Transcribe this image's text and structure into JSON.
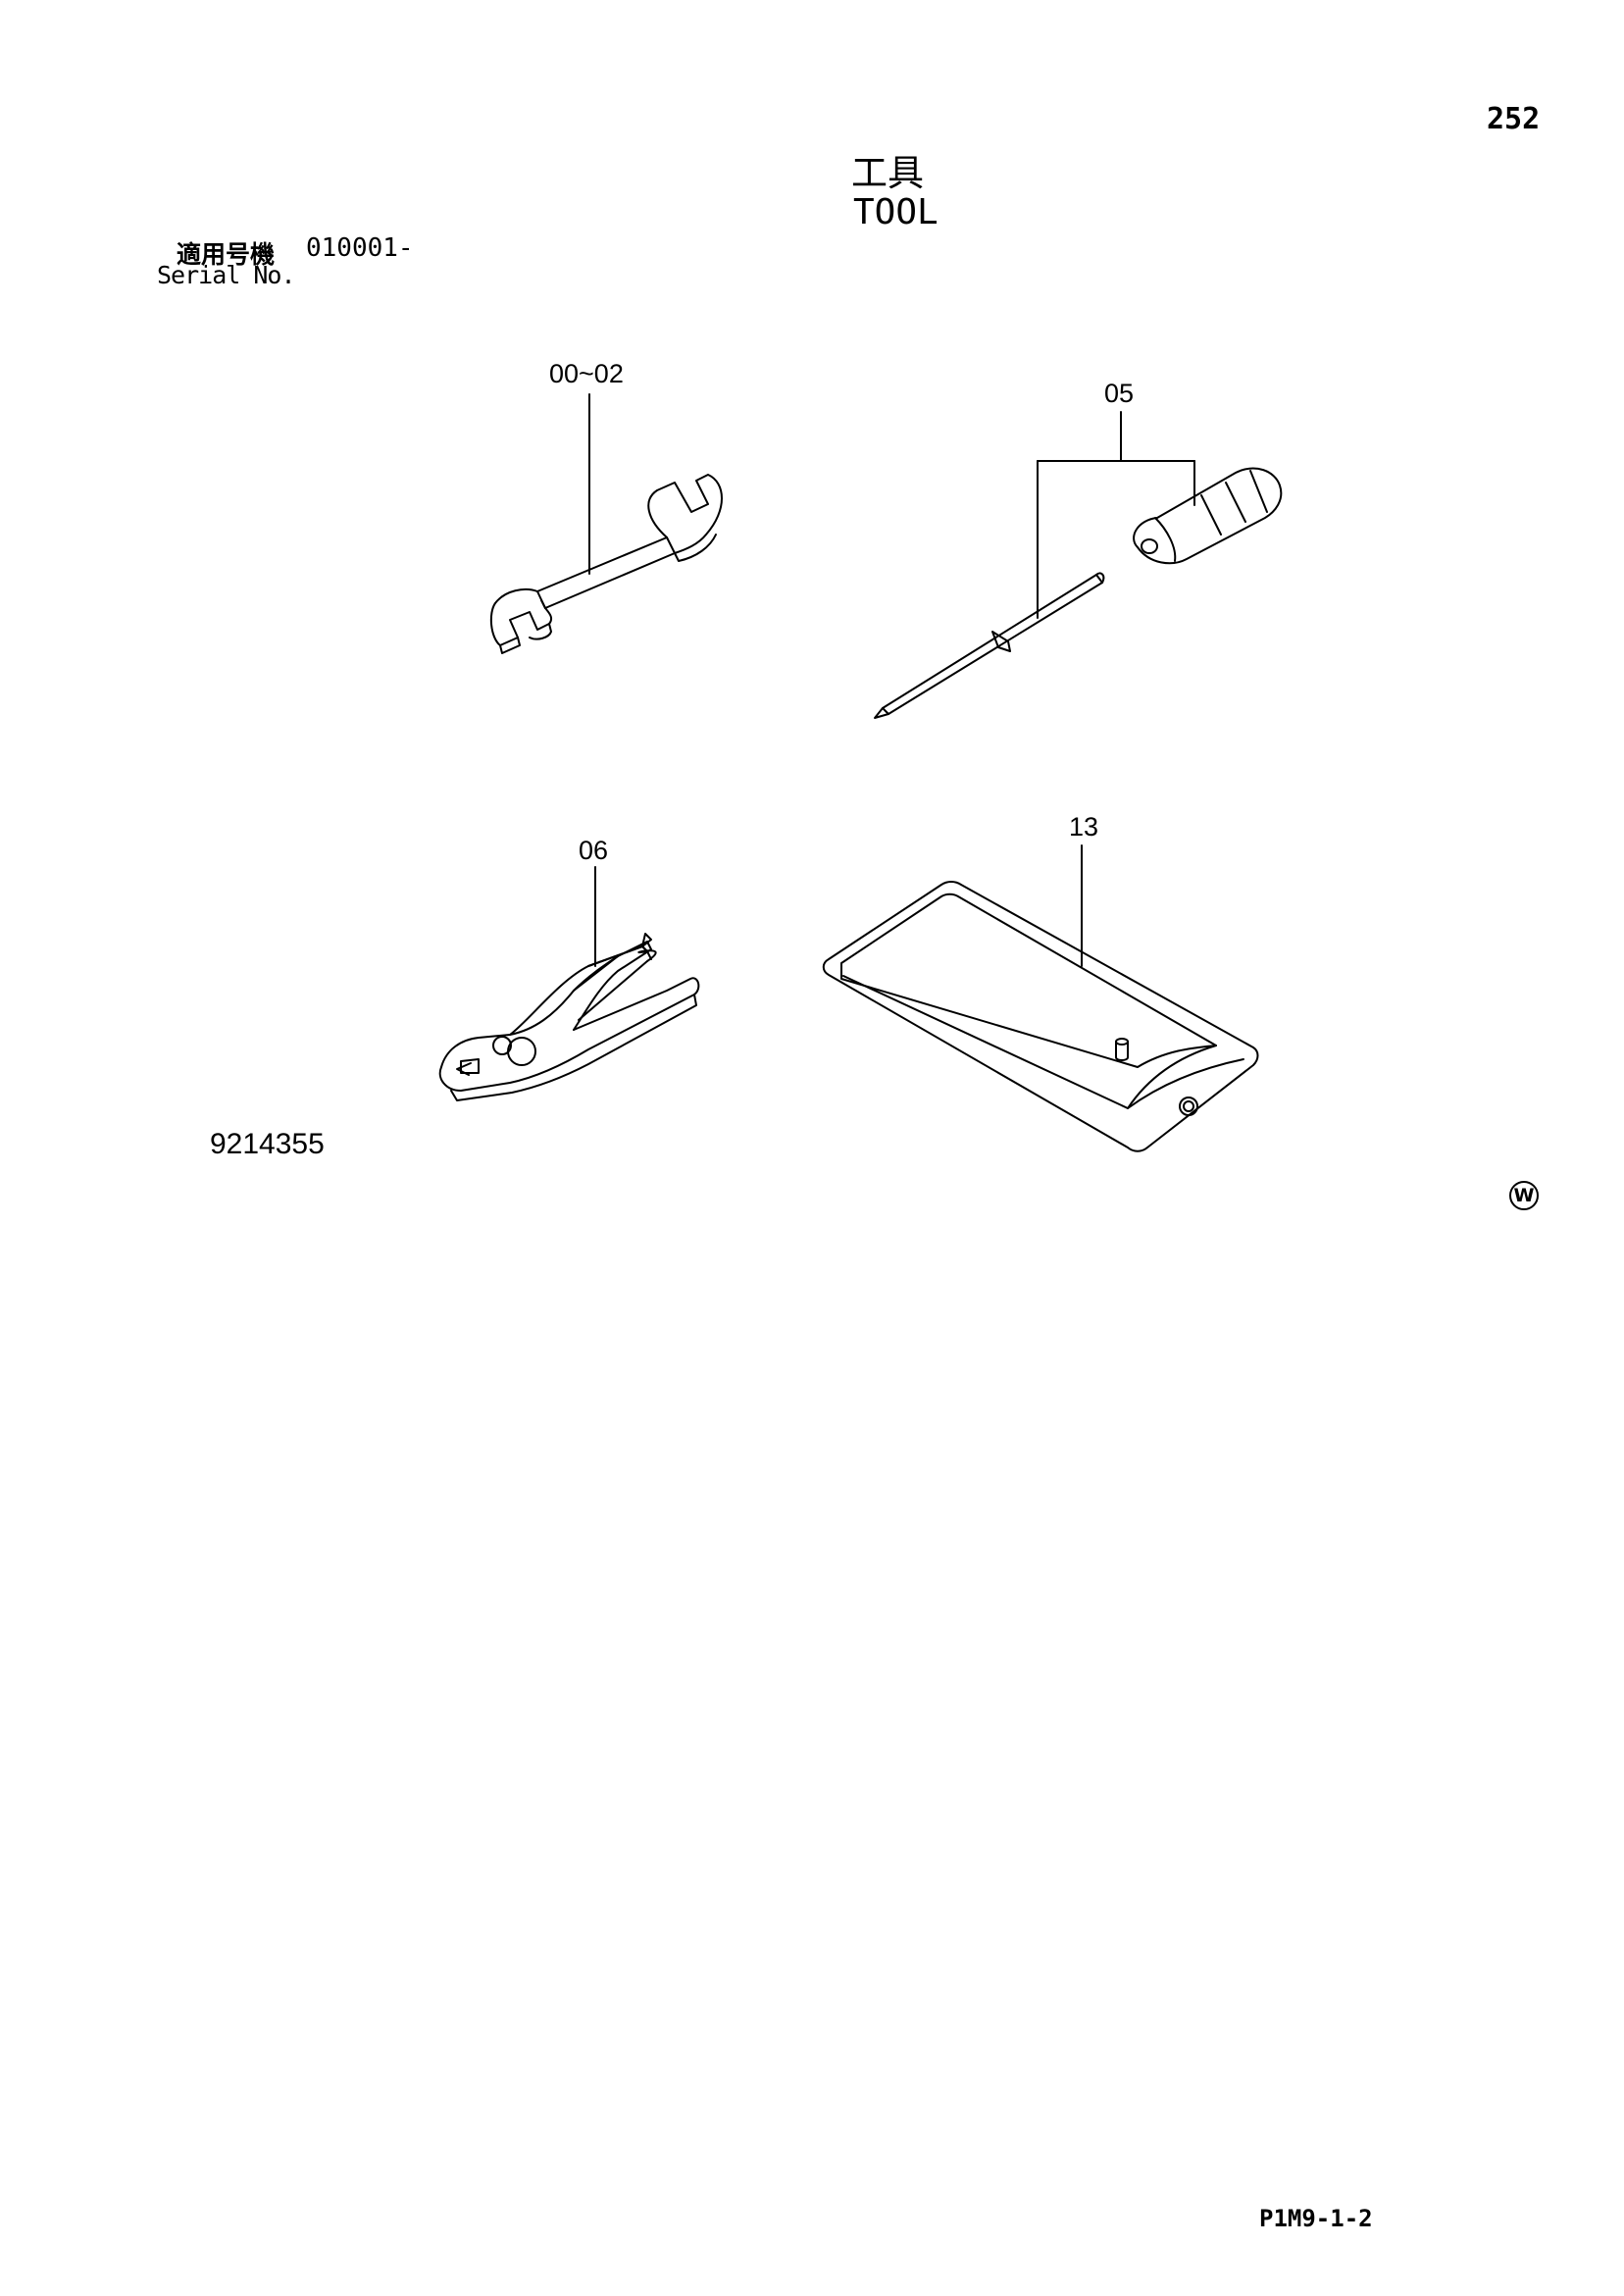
{
  "page_number": "252",
  "title_jp": "工具",
  "title_en": "TOOL",
  "serial": {
    "label_jp": "適用号機",
    "label_en": "Serial No.",
    "value": "010001-"
  },
  "callouts": {
    "wrench": "00~02",
    "screwdriver": "05",
    "pliers": "06",
    "tool_case": "13"
  },
  "figure_number": "9214355",
  "w_mark": "W",
  "document_code": "P1M9-1-2",
  "icons": [
    "wrench-icon",
    "screwdriver-icon",
    "pliers-icon",
    "tool-case-icon"
  ]
}
